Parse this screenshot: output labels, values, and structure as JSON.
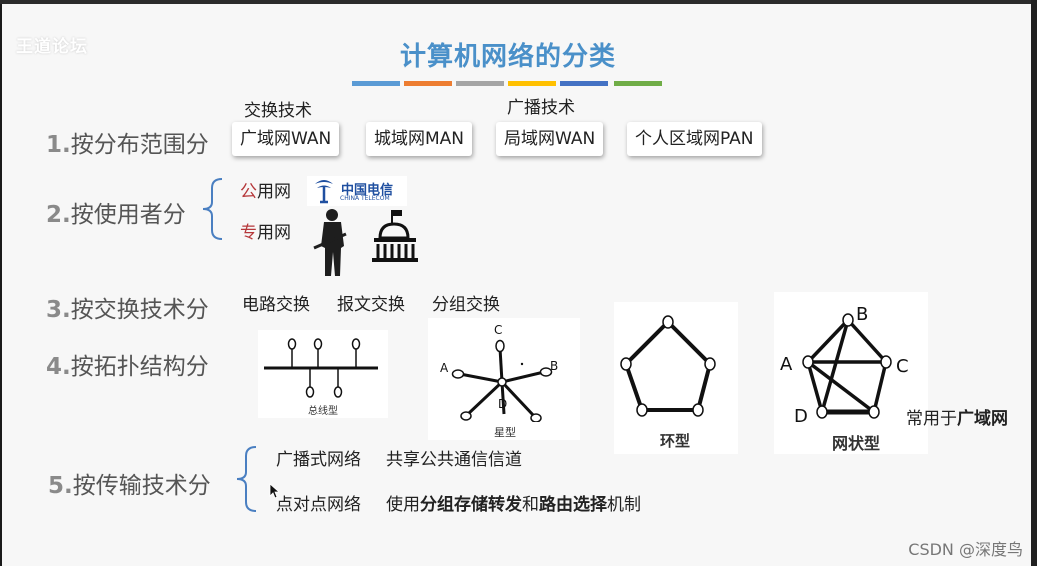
{
  "watermark": "王道论坛",
  "title": "计算机网络的分类",
  "colors": {
    "title": "#4a90c9",
    "accent_red": "#b5373a",
    "accent_green": "#5b8a2c",
    "brace": "#4a7fc1",
    "stripes": [
      "#5b9bd5",
      "#ed7d31",
      "#a5a5a5",
      "#ffc000",
      "#4472c4",
      "#70ad47"
    ]
  },
  "row1": {
    "number": "1.",
    "label": "按分布范围分",
    "tag_switch": "交换技术",
    "tag_broadcast": "广播技术",
    "items": [
      "广域网WAN",
      "城域网MAN",
      "局域网WAN",
      "个人区域网PAN"
    ]
  },
  "row2": {
    "number": "2.",
    "label": "按使用者分",
    "public_prefix": "公",
    "public_suffix": "用网",
    "private_prefix": "专",
    "private_suffix": "用网",
    "logo_cn": "中国电信",
    "logo_en": "CHINA TELECOM"
  },
  "row3": {
    "number": "3.",
    "label": "按交换技术分",
    "items": [
      "电路交换",
      "报文交换",
      "分组交换"
    ]
  },
  "row4": {
    "number": "4.",
    "label": "按拓扑结构分",
    "bus_caption": "总线型",
    "star_caption": "星型",
    "ring_caption": "环型",
    "mesh_caption": "网状型",
    "star_nodes": [
      "C",
      "A",
      "B",
      "D"
    ],
    "mesh_nodes": [
      "B",
      "A",
      "C",
      "D"
    ],
    "mesh_note_prefix": "常用于",
    "mesh_note_bold": "广域网"
  },
  "row5": {
    "number": "5.",
    "label": "按传输技术分",
    "broadcast_name": "广播式网络",
    "broadcast_desc": "共享公共通信信道",
    "p2p_name": "点对点网络",
    "p2p_desc_1": "使用",
    "p2p_desc_bold_1": "分组存储转发",
    "p2p_desc_2": "和",
    "p2p_desc_bold_2": "路由选择",
    "p2p_desc_3": "机制"
  },
  "footer": "CSDN @深度鸟"
}
